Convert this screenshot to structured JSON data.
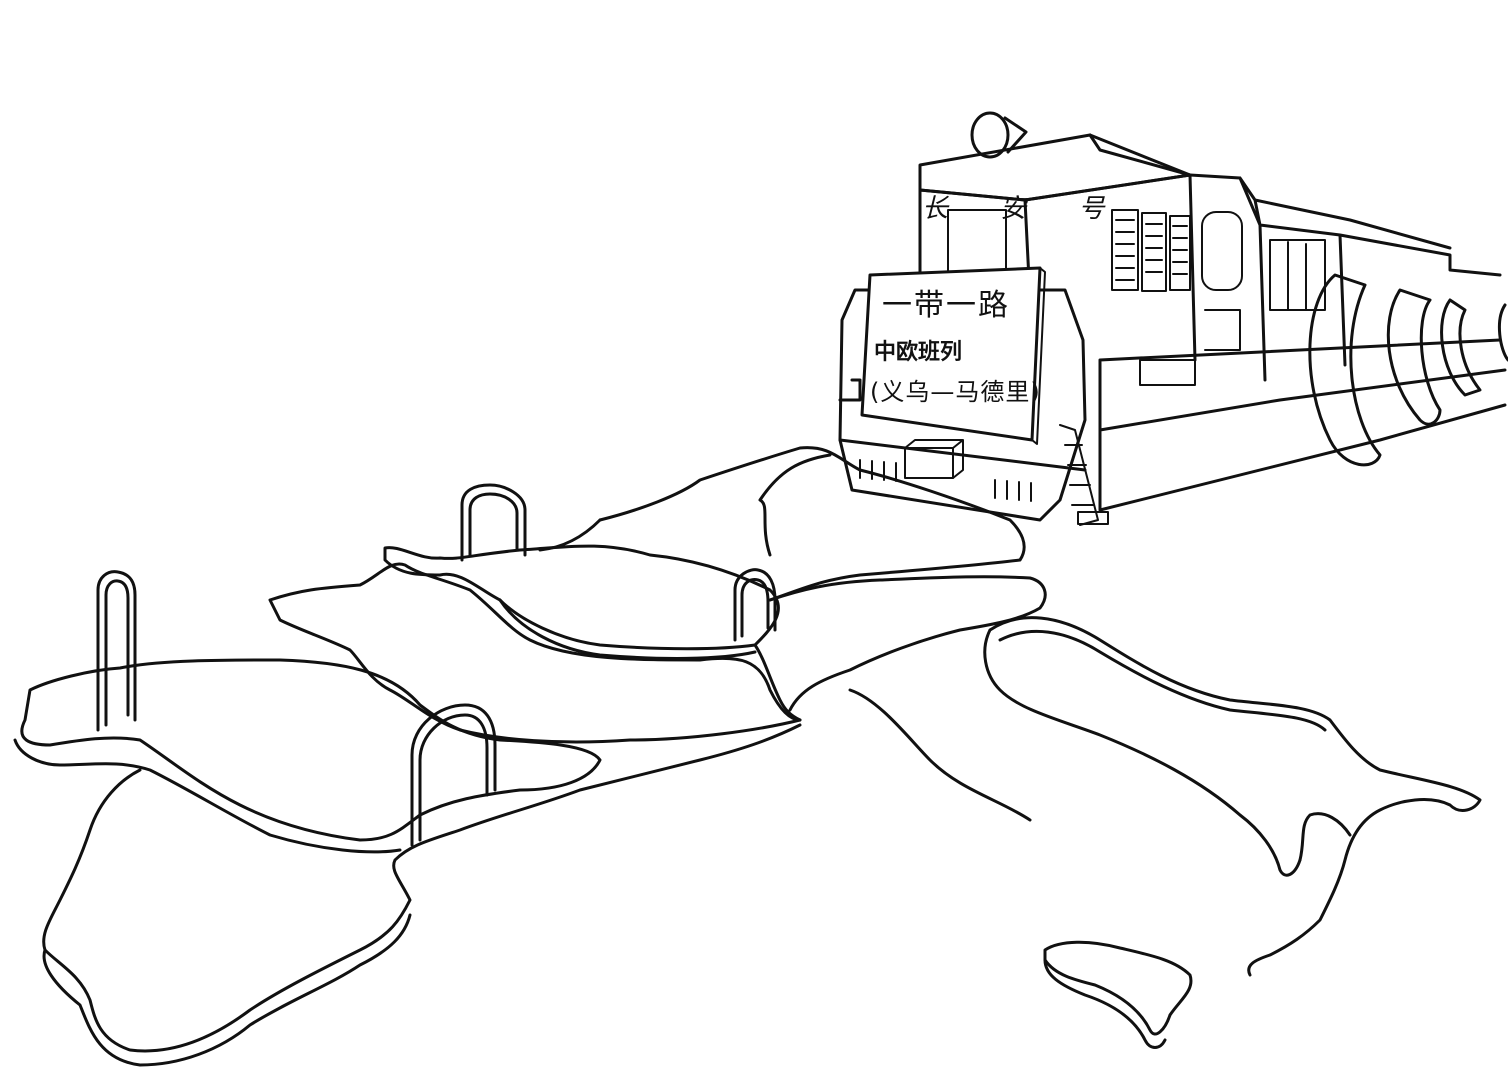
{
  "drawing": {
    "style": "black line art on white",
    "ink_color": "#111111",
    "paper_color": "#ffffff"
  },
  "locomotive": {
    "cab_lettering": "长 安 号",
    "sign": {
      "line1": "一带一路",
      "line2": "中欧班列",
      "line3": "(义乌—马德里)"
    }
  }
}
